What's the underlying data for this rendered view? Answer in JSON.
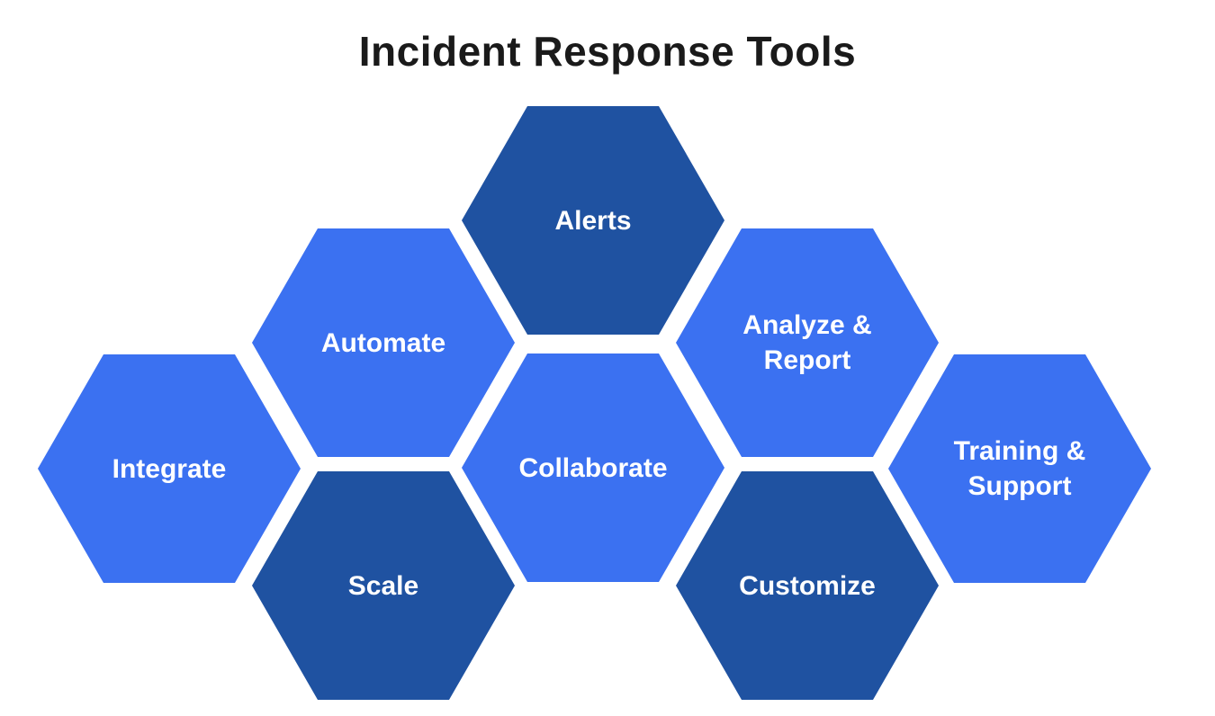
{
  "title": "Incident Response Tools",
  "colors": {
    "dark": "#1F52A1",
    "light": "#3B71F1",
    "background": "#FFFFFF",
    "title": "#1A1A1A",
    "label": "#FFFFFF"
  },
  "hexagons": [
    {
      "label": "Alerts",
      "tone": "dark"
    },
    {
      "label": "Automate",
      "tone": "light"
    },
    {
      "label": "Analyze & Report",
      "tone": "light"
    },
    {
      "label": "Integrate",
      "tone": "light"
    },
    {
      "label": "Collaborate",
      "tone": "light"
    },
    {
      "label": "Training & Support",
      "tone": "light"
    },
    {
      "label": "Scale",
      "tone": "dark"
    },
    {
      "label": "Customize",
      "tone": "dark"
    }
  ]
}
